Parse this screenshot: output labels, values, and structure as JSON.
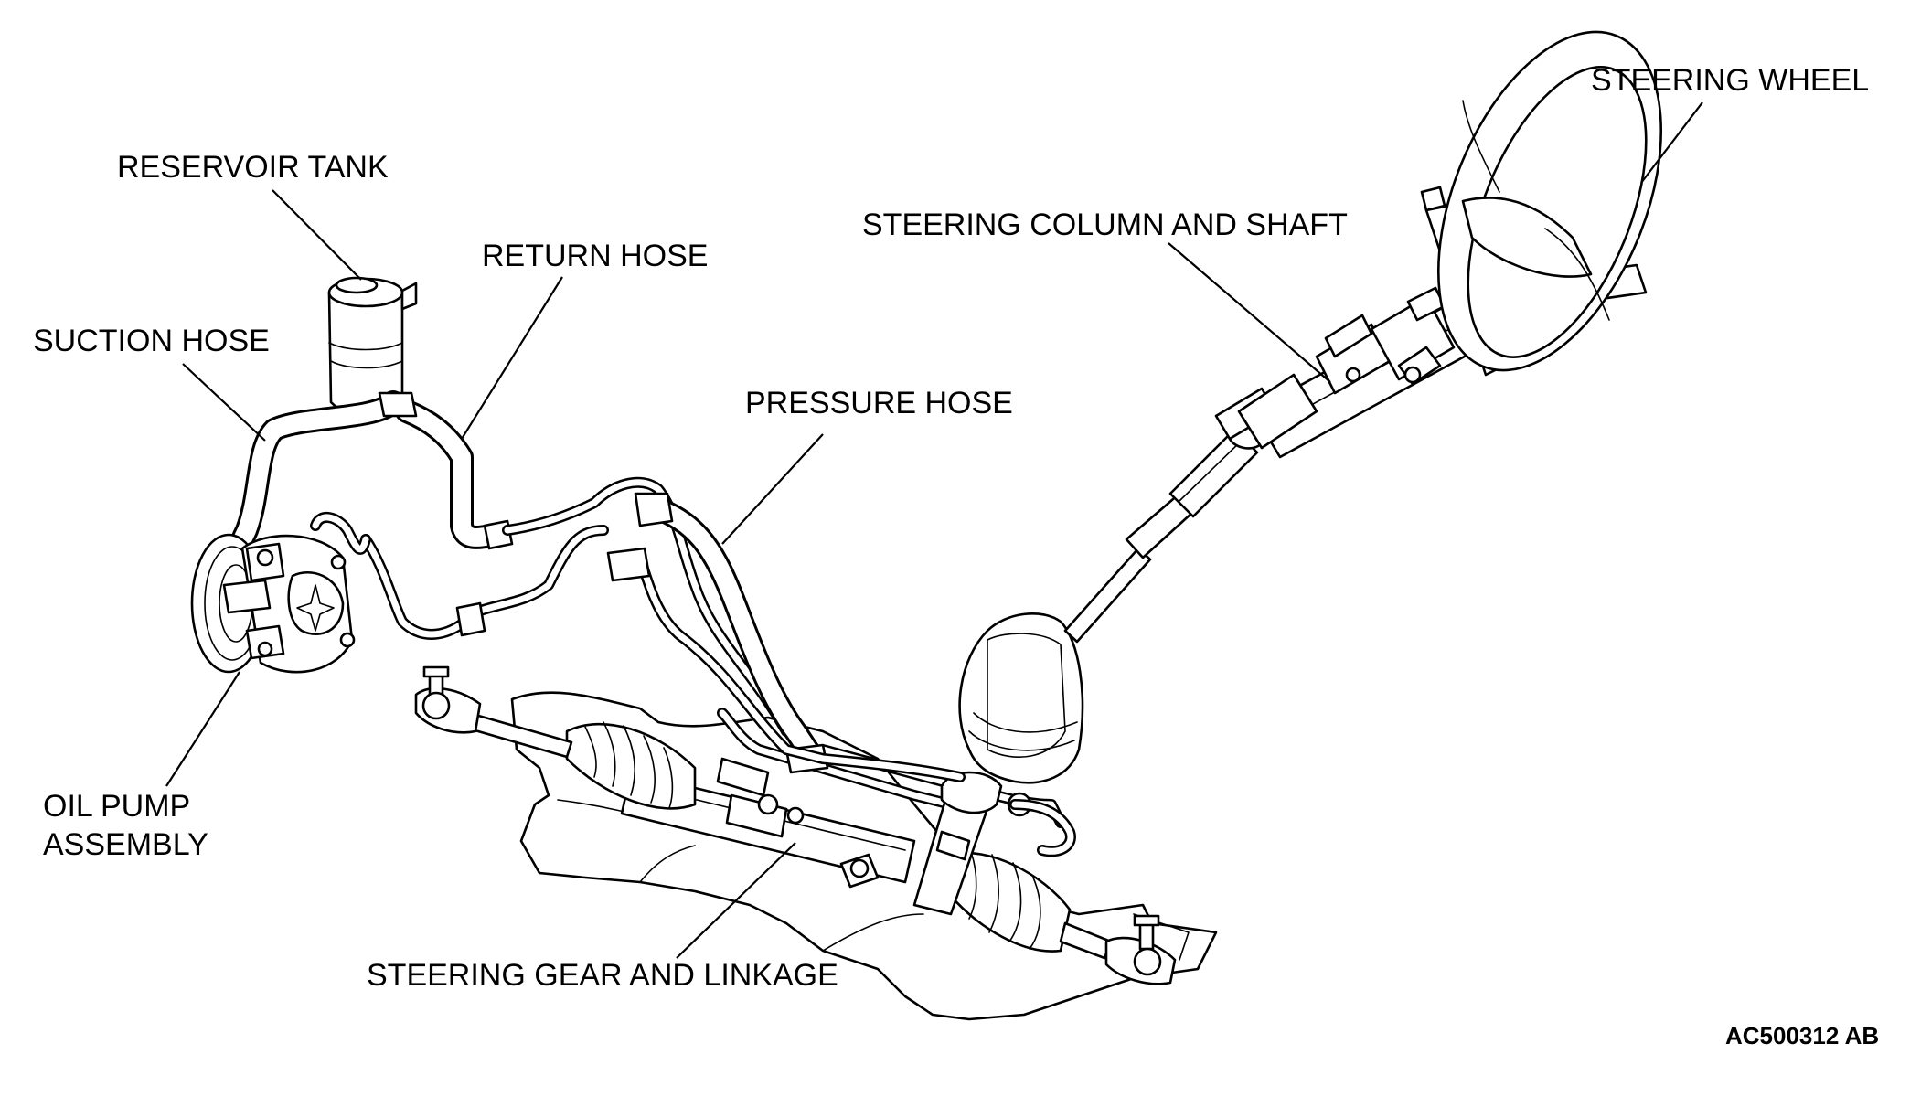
{
  "labels": {
    "steering_wheel": "STEERING WHEEL",
    "reservoir_tank": "RESERVOIR TANK",
    "return_hose": "RETURN HOSE",
    "steering_column_and_shaft": "STEERING COLUMN AND SHAFT",
    "suction_hose": "SUCTION HOSE",
    "pressure_hose": "PRESSURE HOSE",
    "oil_pump_line1": "OIL PUMP",
    "oil_pump_line2": "ASSEMBLY",
    "steering_gear_and_linkage": "STEERING GEAR AND LINKAGE"
  },
  "figure_code": "AC500312 AB"
}
